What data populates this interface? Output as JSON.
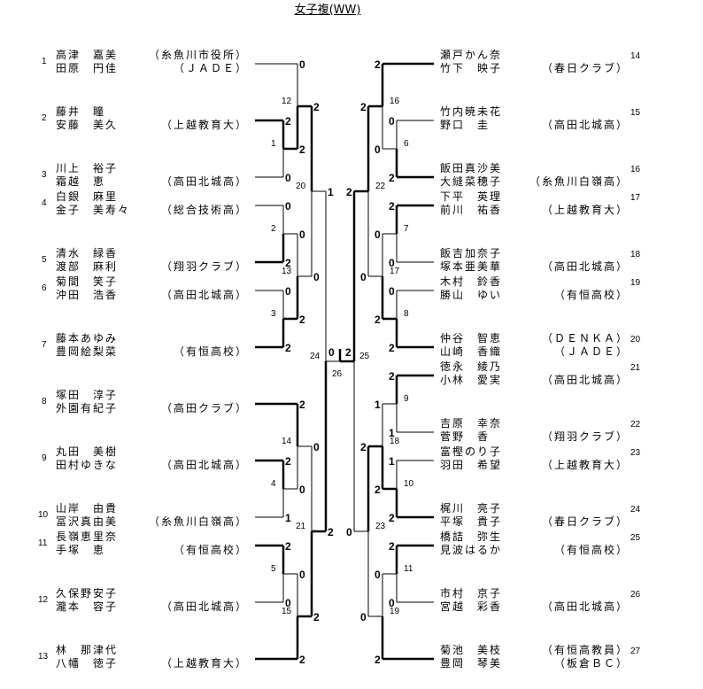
{
  "title": "女子複(WW)",
  "left_entries": [
    {
      "no": "1",
      "p1": "高津　嘉美",
      "t1": "（糸魚川市役所）",
      "p2": "田原　円佳",
      "t2": "（ＪＡＤＥ）"
    },
    {
      "no": "2",
      "p1": "藤井　瞳",
      "t1": "",
      "p2": "安藤　美久",
      "t2": "（上越教育大）"
    },
    {
      "no": "3",
      "p1": "川上　裕子",
      "t1": "",
      "p2": "霜越　恵",
      "t2": "（高田北城高）"
    },
    {
      "no": "4",
      "p1": "白銀　麻里",
      "t1": "",
      "p2": "金子　美寿々",
      "t2": "（総合技術高）"
    },
    {
      "no": "5",
      "p1": "清水　緑香",
      "t1": "",
      "p2": "渡部　麻利",
      "t2": "（翔羽クラブ）"
    },
    {
      "no": "6",
      "p1": "菊間　笑子",
      "t1": "",
      "p2": "沖田　浩香",
      "t2": "（高田北城高）"
    },
    {
      "no": "7",
      "p1": "藤本あゆみ",
      "t1": "",
      "p2": "豊岡絵梨菜",
      "t2": "（有恒高校）"
    },
    {
      "no": "8",
      "p1": "塚田　淳子",
      "t1": "",
      "p2": "外園有紀子",
      "t2": "（高田クラブ）"
    },
    {
      "no": "9",
      "p1": "丸田　美樹",
      "t1": "",
      "p2": "田村ゆきな",
      "t2": "（高田北城高）"
    },
    {
      "no": "10",
      "p1": "山岸　由貴",
      "t1": "",
      "p2": "冨沢真由美",
      "t2": "（糸魚川白嶺高）"
    },
    {
      "no": "11",
      "p1": "長嶺恵里奈",
      "t1": "",
      "p2": "手塚　恵",
      "t2": "（有恒高校）"
    },
    {
      "no": "12",
      "p1": "久保野安子",
      "t1": "",
      "p2": "瀧本　容子",
      "t2": "（高田北城高）"
    },
    {
      "no": "13",
      "p1": "林　那津代",
      "t1": "",
      "p2": "八幡　徳子",
      "t2": "（上越教育大）"
    }
  ],
  "right_entries": [
    {
      "no": "14",
      "p1": "瀬戸かん奈",
      "t1": "",
      "p2": "竹下　映子",
      "t2": "（春日クラブ）"
    },
    {
      "no": "15",
      "p1": "竹内暁未花",
      "t1": "",
      "p2": "野口　圭",
      "t2": "（高田北城高）"
    },
    {
      "no": "16",
      "p1": "飯田真沙美",
      "t1": "",
      "p2": "大縫菜穂子",
      "t2": "（糸魚川白嶺高）"
    },
    {
      "no": "17",
      "p1": "下平　英理",
      "t1": "",
      "p2": "前川　祐香",
      "t2": "（上越教育大）"
    },
    {
      "no": "18",
      "p1": "飯吉加奈子",
      "t1": "",
      "p2": "塚本亜美華",
      "t2": "（高田北城高）"
    },
    {
      "no": "19",
      "p1": "木村　鈴香",
      "t1": "",
      "p2": "勝山　ゆい",
      "t2": "（有恒高校）"
    },
    {
      "no": "20",
      "p1": "仲谷　智恵",
      "t1": "（ＤＥＮＫＡ）",
      "p2": "山崎　香織",
      "t2": "（ＪＡＤＥ）"
    },
    {
      "no": "21",
      "p1": "徳永　綾乃",
      "t1": "",
      "p2": "小林　愛実",
      "t2": "（高田北城高）"
    },
    {
      "no": "22",
      "p1": "吉原　幸奈",
      "t1": "",
      "p2": "菅野　香",
      "t2": "（翔羽クラブ）"
    },
    {
      "no": "23",
      "p1": "富樫のり子",
      "t1": "",
      "p2": "羽田　希望",
      "t2": "（上越教育大）"
    },
    {
      "no": "24",
      "p1": "梶川　亮子",
      "t1": "",
      "p2": "平塚　貴子",
      "t2": "（春日クラブ）"
    },
    {
      "no": "25",
      "p1": "橋詰　弥生",
      "t1": "",
      "p2": "見波はるか",
      "t2": "（有恒高校）"
    },
    {
      "no": "26",
      "p1": "市村　京子",
      "t1": "",
      "p2": "宮越　彩香",
      "t2": "（高田北城高）"
    },
    {
      "no": "27",
      "p1": "菊池　美枝",
      "t1": "（有恒高教員）",
      "p2": "豊岡　琴美",
      "t2": "（板倉ＢＣ）"
    }
  ],
  "matches": {
    "1": [
      2,
      0
    ],
    "2": [
      0,
      2
    ],
    "3": [
      0,
      2
    ],
    "4": [
      2,
      1
    ],
    "5": [
      2,
      0
    ],
    "6": [
      0,
      2
    ],
    "7": [
      2,
      0
    ],
    "8": [
      0,
      2
    ],
    "9": [
      2,
      1
    ],
    "10": [
      1,
      2
    ],
    "11": [
      2,
      0
    ],
    "12": [
      0,
      2
    ],
    "13": [
      0,
      2
    ],
    "14": [
      2,
      0
    ],
    "15": [
      0,
      2
    ],
    "16": [
      2,
      0
    ],
    "17": [
      0,
      2
    ],
    "18": [
      1,
      2
    ],
    "19": [
      0,
      2
    ],
    "20": [
      2,
      0
    ],
    "21": [
      0,
      2
    ],
    "22": [
      2,
      0
    ],
    "23": [
      2,
      0
    ],
    "24": [
      1,
      2
    ],
    "25": [
      2,
      0
    ],
    "26": [
      0,
      2
    ]
  }
}
